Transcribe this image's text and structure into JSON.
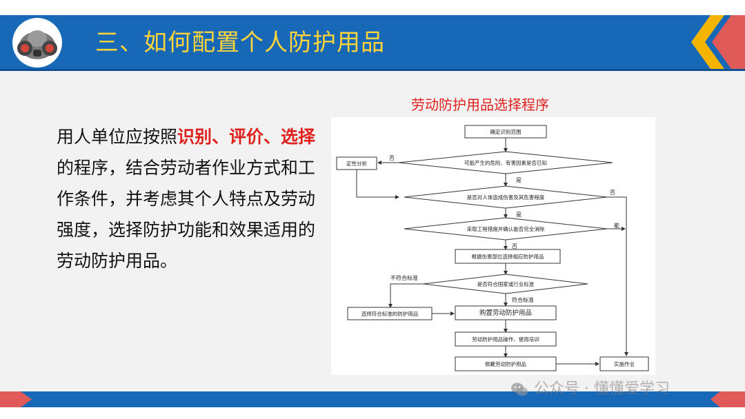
{
  "header": {
    "title": "三、如何配置个人防护用品",
    "logo_icon": "respirator-mask-icon"
  },
  "body": {
    "segments": [
      {
        "text": "用人单位应按照",
        "highlight": false
      },
      {
        "text": "识别、评价、选择",
        "highlight": true
      },
      {
        "text": "的程序，结合劳动者作业方式和工作条件，并考虑其个人特点及劳动强度，选择防护功能和效果适用的劳动防护用品。",
        "highlight": false
      }
    ]
  },
  "flowchart": {
    "title": "劳动防护用品选择程序",
    "nodes": {
      "scope": "确定识别范围",
      "hazard": "可能产生的危险、有害因素是否已知",
      "qualitative": "定性分析",
      "injury": "是否对人体造成伤害及其危害程度",
      "engineering": "采取工程措施并确认能否完全消除",
      "select_by_part": "根据伤害部位选择相应防护用品",
      "standard": "是否符合国家或行业标准",
      "select_compliant": "选择符合标准的防护用品",
      "purchase": "购置劳动防护用品",
      "training": "劳动防护用品操作、使用培训",
      "wear": "佩戴劳动防护用品",
      "work": "实施作业"
    },
    "labels": {
      "no_1": "否",
      "yes_1": "是",
      "no_2": "否",
      "yes_2": "是",
      "can": "能",
      "no_3": "否",
      "noncompliant": "不符合标准",
      "compliant": "符合标准"
    }
  },
  "watermark": {
    "text": "公众号 · 懂懂爱学习",
    "icon": "wechat-icon"
  },
  "colors": {
    "header_blue": "#1769b8",
    "title_yellow": "#ffd43a",
    "highlight_red": "#e0201c"
  }
}
